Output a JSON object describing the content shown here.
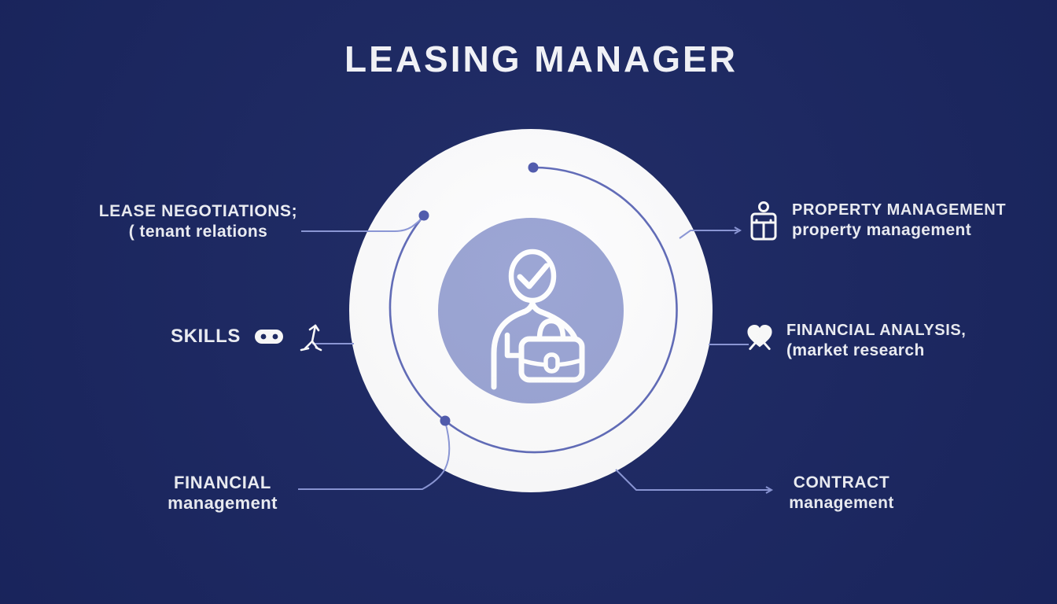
{
  "title": "LEASING MANAGER",
  "colors": {
    "background": "#1b2763",
    "outer_circle": "#fdfdfe",
    "inner_circle": "#99a3d3",
    "arc": "#5f6ab8",
    "connector": "#8b97d8",
    "node_dot": "#4e59ad",
    "text": "#f3f5fb"
  },
  "center": {
    "icon": "manager-check-briefcase-icon"
  },
  "labels": {
    "lease_negotiations": {
      "line1": "LEASE NEGOTIATIONS;",
      "line2": "( tenant relations"
    },
    "skills": {
      "label": "SKILLS"
    },
    "financial_management": {
      "line1": "FINANCIAL",
      "line2": "management"
    },
    "property_management": {
      "line1": "PROPERTY MANAGEMENT",
      "line2": "property management"
    },
    "financial_analysis": {
      "line1": "FINANCIAL ANALYSIS,",
      "line2": "(market research"
    },
    "contract_management": {
      "line1": "CONTRACT",
      "line2": "management"
    }
  }
}
